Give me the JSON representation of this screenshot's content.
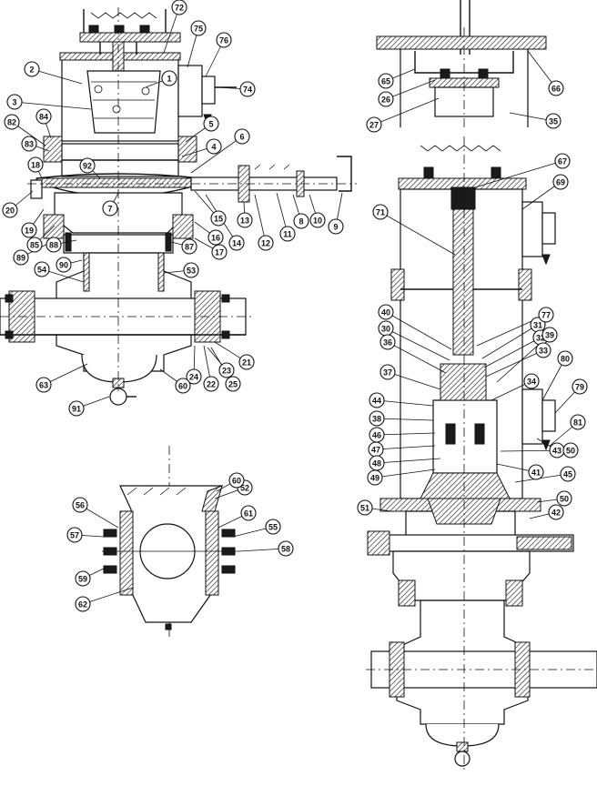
{
  "callouts": [
    {
      "id": "1",
      "label": "1"
    },
    {
      "id": "2",
      "label": "2"
    },
    {
      "id": "3",
      "label": "3"
    },
    {
      "id": "4",
      "label": "4"
    },
    {
      "id": "5",
      "label": "5"
    },
    {
      "id": "6",
      "label": "6"
    },
    {
      "id": "7",
      "label": "7"
    },
    {
      "id": "8",
      "label": "8"
    },
    {
      "id": "9",
      "label": "9"
    },
    {
      "id": "10",
      "label": "10"
    },
    {
      "id": "11",
      "label": "11"
    },
    {
      "id": "12",
      "label": "12"
    },
    {
      "id": "13",
      "label": "13"
    },
    {
      "id": "14",
      "label": "14"
    },
    {
      "id": "15",
      "label": "15"
    },
    {
      "id": "16",
      "label": "16"
    },
    {
      "id": "17",
      "label": "17"
    },
    {
      "id": "18",
      "label": "18"
    },
    {
      "id": "19",
      "label": "19"
    },
    {
      "id": "20",
      "label": "20"
    },
    {
      "id": "21",
      "label": "21"
    },
    {
      "id": "22",
      "label": "22"
    },
    {
      "id": "23",
      "label": "23"
    },
    {
      "id": "24",
      "label": "24"
    },
    {
      "id": "25",
      "label": "25"
    },
    {
      "id": "26",
      "label": "26"
    },
    {
      "id": "27",
      "label": "27"
    },
    {
      "id": "30",
      "label": "30"
    },
    {
      "id": "31",
      "label": "31"
    },
    {
      "id": "32",
      "label": "32"
    },
    {
      "id": "33",
      "label": "33"
    },
    {
      "id": "34",
      "label": "34"
    },
    {
      "id": "35",
      "label": "35"
    },
    {
      "id": "36",
      "label": "36"
    },
    {
      "id": "37",
      "label": "37"
    },
    {
      "id": "38",
      "label": "38"
    },
    {
      "id": "39",
      "label": "39"
    },
    {
      "id": "40",
      "label": "40"
    },
    {
      "id": "41",
      "label": "41"
    },
    {
      "id": "42",
      "label": "42"
    },
    {
      "id": "43",
      "label": "43"
    },
    {
      "id": "44",
      "label": "44"
    },
    {
      "id": "45",
      "label": "45"
    },
    {
      "id": "46",
      "label": "46"
    },
    {
      "id": "47",
      "label": "47"
    },
    {
      "id": "48",
      "label": "48"
    },
    {
      "id": "49",
      "label": "49"
    },
    {
      "id": "50a",
      "label": "50"
    },
    {
      "id": "50b",
      "label": "50"
    },
    {
      "id": "51",
      "label": "51"
    },
    {
      "id": "52",
      "label": "52"
    },
    {
      "id": "53",
      "label": "53"
    },
    {
      "id": "54",
      "label": "54"
    },
    {
      "id": "55",
      "label": "55"
    },
    {
      "id": "56",
      "label": "56"
    },
    {
      "id": "57",
      "label": "57"
    },
    {
      "id": "58",
      "label": "58"
    },
    {
      "id": "59",
      "label": "59"
    },
    {
      "id": "60a",
      "label": "60"
    },
    {
      "id": "60b",
      "label": "60"
    },
    {
      "id": "61",
      "label": "61"
    },
    {
      "id": "62",
      "label": "62"
    },
    {
      "id": "63",
      "label": "63"
    },
    {
      "id": "65",
      "label": "65"
    },
    {
      "id": "66",
      "label": "66"
    },
    {
      "id": "67",
      "label": "67"
    },
    {
      "id": "69",
      "label": "69"
    },
    {
      "id": "71",
      "label": "71"
    },
    {
      "id": "72",
      "label": "72"
    },
    {
      "id": "74",
      "label": "74"
    },
    {
      "id": "75",
      "label": "75"
    },
    {
      "id": "76",
      "label": "76"
    },
    {
      "id": "77",
      "label": "77"
    },
    {
      "id": "79",
      "label": "79"
    },
    {
      "id": "80",
      "label": "80"
    },
    {
      "id": "81",
      "label": "81"
    },
    {
      "id": "82",
      "label": "82"
    },
    {
      "id": "83",
      "label": "83"
    },
    {
      "id": "84",
      "label": "84"
    },
    {
      "id": "85",
      "label": "85"
    },
    {
      "id": "87",
      "label": "87"
    },
    {
      "id": "88",
      "label": "88"
    },
    {
      "id": "89",
      "label": "89"
    },
    {
      "id": "90",
      "label": "90"
    },
    {
      "id": "91",
      "label": "91"
    },
    {
      "id": "92",
      "label": "92"
    }
  ]
}
